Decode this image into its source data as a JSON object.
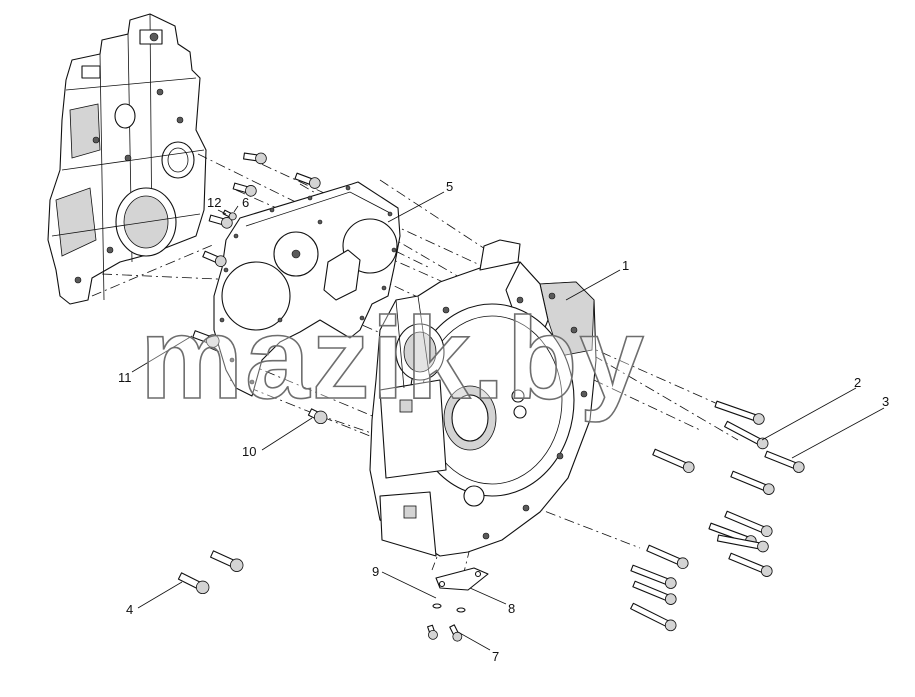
{
  "callouts": [
    {
      "id": "1",
      "label": "1"
    },
    {
      "id": "2",
      "label": "2"
    },
    {
      "id": "3",
      "label": "3"
    },
    {
      "id": "4",
      "label": "4"
    },
    {
      "id": "5",
      "label": "5"
    },
    {
      "id": "6",
      "label": "6"
    },
    {
      "id": "7",
      "label": "7"
    },
    {
      "id": "8",
      "label": "8"
    },
    {
      "id": "9",
      "label": "9"
    },
    {
      "id": "10",
      "label": "10"
    },
    {
      "id": "11",
      "label": "11"
    },
    {
      "id": "12",
      "label": "12"
    }
  ],
  "watermark": "mazik.by"
}
